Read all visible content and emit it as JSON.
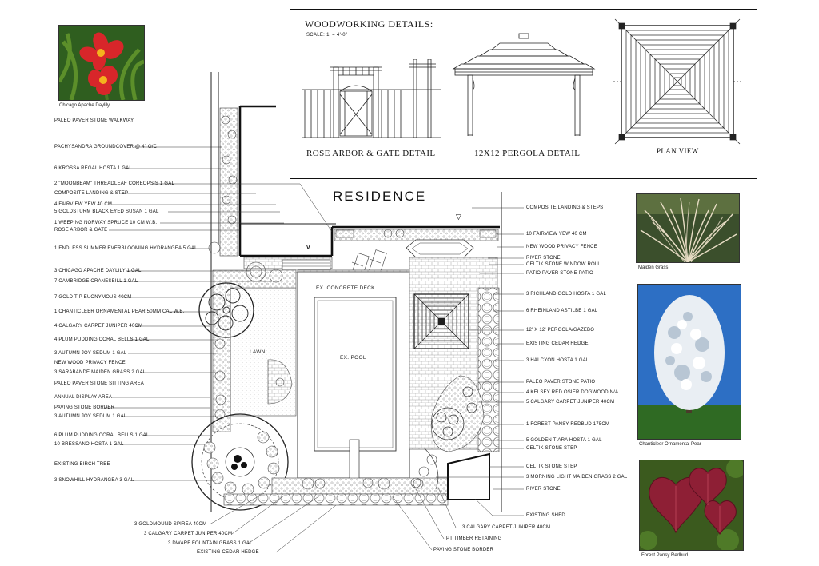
{
  "woodworking": {
    "title": "WOODWORKING DETAILS:",
    "scale": "SCALE: 1' = 4'-0\"",
    "rose_arbor_label": "ROSE ARBOR & GATE DETAIL",
    "pergola_label": "12X12 PERGOLA DETAIL",
    "plan_view_label": "PLAN VIEW"
  },
  "plan": {
    "residence": "RESIDENCE",
    "concrete_deck": "EX. CONCRETE DECK",
    "pool": "EX. POOL",
    "lawn": "LAWN"
  },
  "photos": {
    "daylily": "Chicago Apache Daylily",
    "maiden_grass": "Maiden Grass",
    "pear": "Chanticleer Ornamental Pear",
    "redbud": "Forest Pansy Redbud"
  },
  "left_labels": [
    "PALEO PAVER STONE WALKWAY",
    "PACHYSANDRA GROUNDCOVER @ 4\" O/C",
    "6 KROSSA REGAL HOSTA 1 gal",
    "2 \"MOONBEAM\" THREADLEAF COREOPSIS 1 gal",
    "COMPOSITE LANDING & STEP",
    "4 FAIRVIEW YEW 40 cm",
    "5 GOLDSTURM BLACK EYED SUSAN 1 gal",
    "1 WEEPING NORWAY SPRUCE 10 cm   W.B.",
    "ROSE ARBOR & GATE",
    "1 ENDLESS SUMMER EVERBLOOMING HYDRANGEA 5 gal",
    "3 CHICAGO APACHE DAYLILY 1 gal",
    "7 CAMBRIDGE CRANESBILL 1 gal",
    "7 GOLD TIP EUONYMOUS 40cm",
    "1 CHANTICLEER ORNAMENTAL PEAR 50mm Cal W.B.",
    "4 CALGARY CARPET JUNIPER 40cm",
    "4 PLUM PUDDING CORAL BELLS 1 gal",
    "3 AUTUMN JOY SEDUM 1 gal",
    "NEW WOOD PRIVACY FENCE",
    "3 SARABANDE MAIDEN GRASS 2 gal",
    "PALEO PAVER STONE SITTING AREA",
    "ANNUAL DISPLAY AREA",
    "PAVING STONE BORDER",
    "3 AUTUMN JOY SEDUM 1 gal",
    "6 PLUM PUDDING CORAL BELLS 1 gal",
    "10 BRESSANO HOSTA 1 gal",
    "EXISTING BIRCH TREE",
    "3 SNOWHILL HYDRANGEA 3 gal"
  ],
  "right_labels": [
    "COMPOSITE LANDING & STEPS",
    "10 FAIRVIEW YEW 40 cm",
    "NEW WOOD PRIVACY FENCE",
    "RIVER STONE",
    "CELTIK STONE WINDOW ROLL",
    "PATIO PAVER STONE PATIO",
    "3 RICHLAND GOLD HOSTA 1 gal",
    "6 RHEINLAND ASTILBE 1 gal",
    "12' X 12' PERGOLA/GAZEBO",
    "EXISTING CEDAR HEDGE",
    "3 HALCYON HOSTA 1 gal",
    "PALEO PAVER STONE PATIO",
    "4 KELSEY RED OSIER DOGWOOD n/a",
    "5 CALGARY CARPET JUNIPER 40cm",
    "1 FOREST PANSY REDBUD 175cm",
    "5 GOLDEN TIARA HOSTA 1 gal",
    "CELTIK STONE STEP",
    "CELTIK STONE STEP",
    "3 MORNING LIGHT MAIDEN GRASS 2 gal",
    "RIVER STONE",
    "EXISTING SHED",
    "3 CALGARY CARPET JUNIPER 40cm",
    "PT TIMBER RETAINING",
    "PAVING STONE BORDER"
  ],
  "bottom_labels": [
    "3 GOLDMOUND SPIREA 40cm",
    "3 CALGARY CARPET JUNIPER 40cm",
    "3 DWARF FOUNTAIN GRASS 1 gal",
    "EXISTING CEDAR HEDGE"
  ]
}
